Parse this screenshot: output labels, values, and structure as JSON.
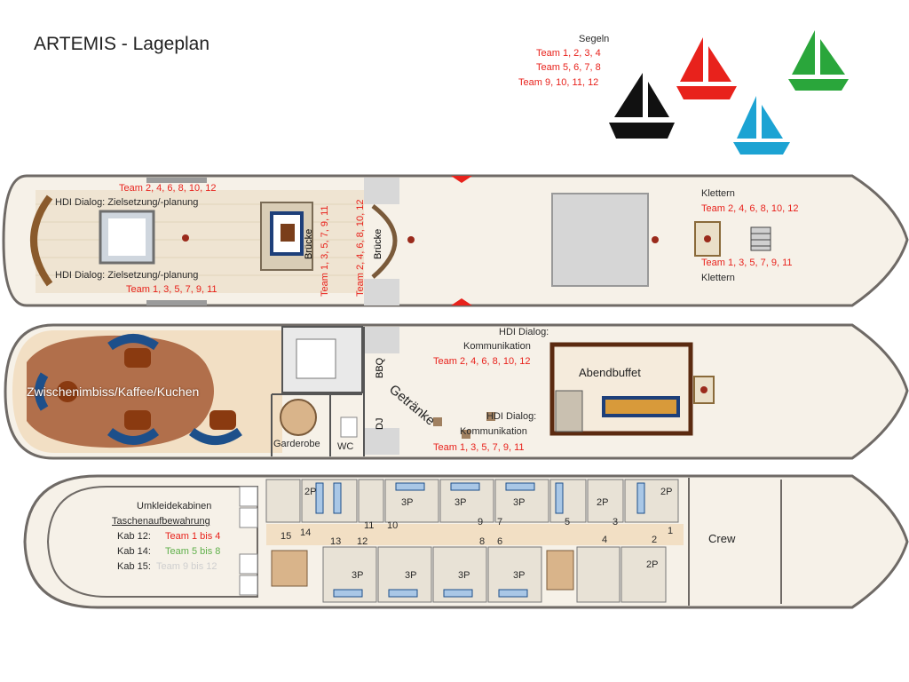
{
  "title": "ARTEMIS - Lageplan",
  "sailing": {
    "heading": "Segeln",
    "groups": [
      "Team 1, 2, 3, 4",
      "Team 5, 6, 7, 8",
      "Team 9, 10, 11, 12"
    ],
    "boat_colors": [
      "#111111",
      "#e8221c",
      "#2aa63b",
      "#1ca3d3"
    ]
  },
  "top_deck": {
    "hdi_top": "HDI Dialog: Zielsetzung/-planung",
    "hdi_top_teams": "Team 2, 4, 6, 8, 10, 12",
    "hdi_bottom": "HDI Dialog: Zielsetzung/-planung",
    "hdi_bottom_teams": "Team 1, 3, 5, 7, 9, 11",
    "bridge_1": "Brücke",
    "bridge_1_teams": "Team 1, 3, 5, 7, 9, 11",
    "bridge_2": "Brücke",
    "bridge_2_teams": "Team 2, 4, 6, 8, 10, 12",
    "climb_top": "Klettern",
    "climb_top_teams": "Team 2, 4, 6, 8, 10, 12",
    "climb_bottom_teams": "Team 1, 3, 5, 7, 9, 11",
    "climb_bottom": "Klettern"
  },
  "middle_deck": {
    "snack": "Zwischenimbiss/Kaffee/Kuchen",
    "bbq": "BBQ",
    "dj": "DJ",
    "cloak": "Garderobe",
    "wc": "WC",
    "drinks": "Getränke",
    "hdi_comm_top": "HDI Dialog:",
    "hdi_comm_top_2": "Kommunikation",
    "hdi_comm_top_teams": "Team 2, 4, 6, 8, 10, 12",
    "hdi_comm_bottom": "HDI Dialog:",
    "hdi_comm_bottom_2": "Kommunikation",
    "hdi_comm_bottom_teams": "Team 1, 3, 5, 7, 9, 11",
    "buffet": "Abendbuffet"
  },
  "lower_deck": {
    "changing": "Umkleidekabinen",
    "bags": "Taschenaufbewahrung",
    "cab12_label": "Kab 12:",
    "cab12_team": "Team 1 bis 4",
    "cab14_label": "Kab 14:",
    "cab14_team": "Team 5 bis 8",
    "cab15_label": "Kab 15:",
    "cab15_team": "Team 9 bis 12",
    "crew": "Crew",
    "cabin_numbers": [
      "15",
      "14",
      "13",
      "12",
      "11",
      "10",
      "9",
      "8",
      "7",
      "6",
      "5",
      "4",
      "3",
      "2",
      "1"
    ],
    "berth_label": "2P",
    "berth_label_3": "3P"
  }
}
